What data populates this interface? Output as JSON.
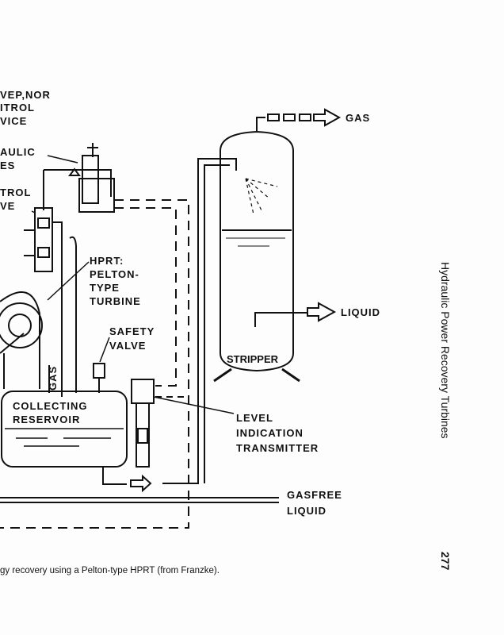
{
  "diagram": {
    "labels": {
      "governor_1": "VEP,NOR",
      "governor_2": "ITROL",
      "governor_3": "VICE",
      "hydraulic_1": "AULIC",
      "hydraulic_2": "ES",
      "control_valve_1": "TROL",
      "control_valve_2": "VE",
      "hprt_1": "HPRT:",
      "hprt_2": "PELTON-",
      "hprt_3": "TYPE",
      "hprt_4": "TURBINE",
      "safety_1": "SAFETY",
      "safety_2": "VALVE",
      "gas_vertical": "GAS",
      "reservoir_1": "COLLECTING",
      "reservoir_2": "RESERVOIR",
      "level_1": "LEVEL",
      "level_2": "INDICATION",
      "level_3": "TRANSMITTER",
      "gasfree_1": "GASFREE",
      "gasfree_2": "LIQUID",
      "gas_out": "GAS",
      "liquid_out": "LIQUID",
      "stripper": "STRIPPER"
    }
  },
  "caption": "gy recovery using a Pelton-type HPRT (from Franzke).",
  "running_header": "Hydraulic Power Recovery Turbines",
  "page_number": "277"
}
